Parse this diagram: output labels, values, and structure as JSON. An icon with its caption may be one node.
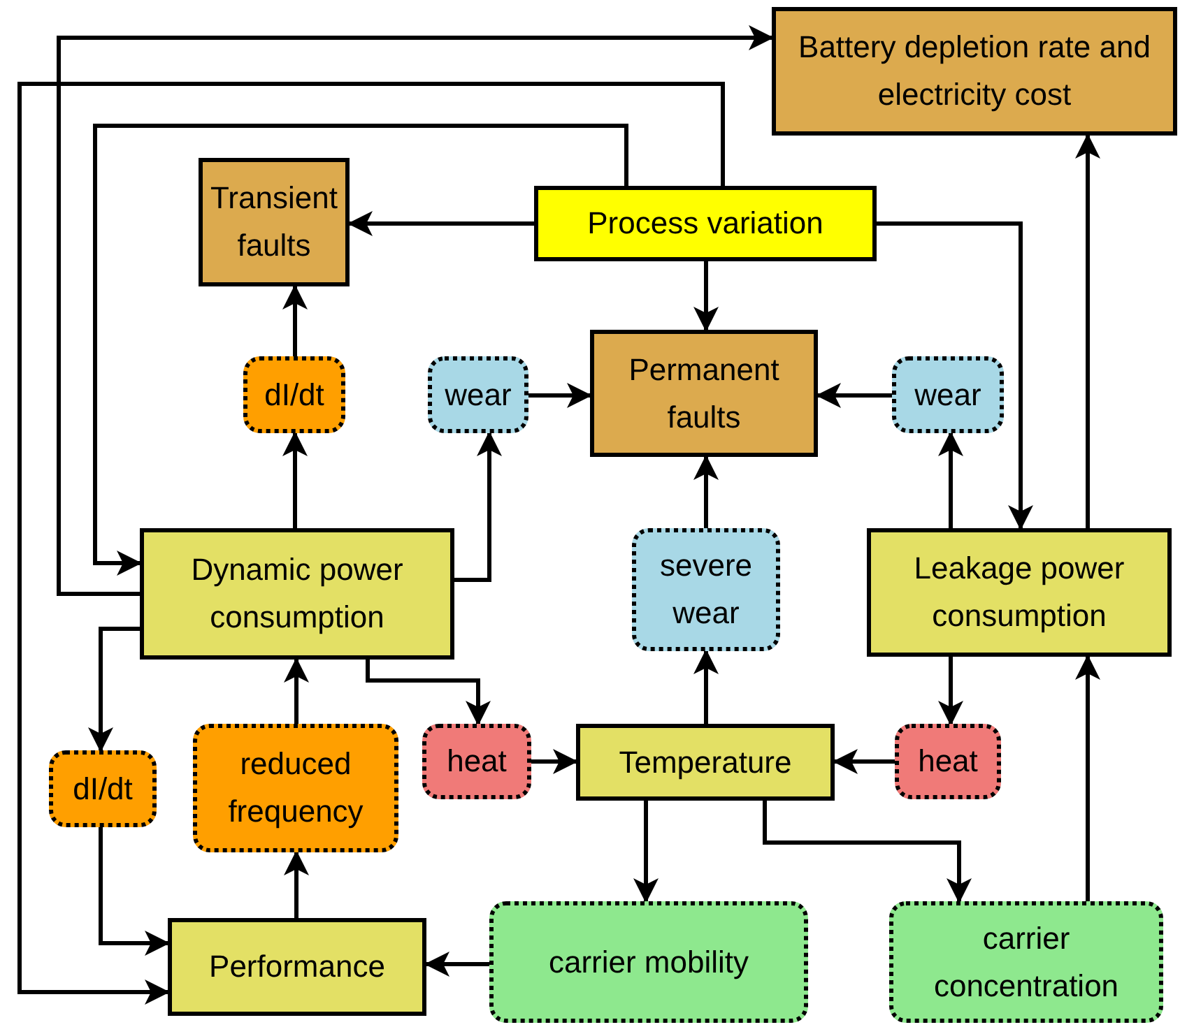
{
  "diagram": {
    "nodes": [
      {
        "text": [
          "Battery depletion rate and electricity cost"
        ]
      },
      {
        "text": [
          "Transient faults"
        ]
      },
      {
        "text": [
          "Process variation"
        ]
      },
      {
        "text": [
          "dI/dt"
        ]
      },
      {
        "text": [
          "wear"
        ]
      },
      {
        "text": [
          "Permanent faults"
        ]
      },
      {
        "text": [
          "wear"
        ]
      },
      {
        "text": [
          "Dynamic power consumption"
        ]
      },
      {
        "text": [
          "severe wear"
        ]
      },
      {
        "text": [
          "Leakage power consumption"
        ]
      },
      {
        "text": [
          "dI/dt"
        ]
      },
      {
        "text": [
          "reduced frequency"
        ]
      },
      {
        "text": [
          "heat"
        ]
      },
      {
        "text": [
          "Temperature"
        ]
      },
      {
        "text": [
          "heat"
        ]
      },
      {
        "text": [
          "Performance"
        ]
      },
      {
        "text": [
          "carrier mobility"
        ]
      },
      {
        "text": [
          "carrier concentration"
        ]
      }
    ],
    "edges": [
      {
        "from": 7,
        "to": 0,
        "arrow": "to"
      },
      {
        "from": 2,
        "to": 15,
        "arrow": "to"
      },
      {
        "from": 2,
        "to": 7,
        "arrow": "to"
      },
      {
        "from": 2,
        "to": 1,
        "arrow": "to"
      },
      {
        "from": 2,
        "to": 5,
        "arrow": "to"
      },
      {
        "from": 2,
        "to": 9,
        "arrow": "to"
      },
      {
        "from": 3,
        "to": 1,
        "arrow": "to"
      },
      {
        "from": 7,
        "to": 3,
        "arrow": "to"
      },
      {
        "from": 7,
        "to": 4,
        "arrow": "to"
      },
      {
        "from": 4,
        "to": 5,
        "arrow": "to"
      },
      {
        "from": 6,
        "to": 5,
        "arrow": "to"
      },
      {
        "from": 9,
        "to": 6,
        "arrow": "to"
      },
      {
        "from": 8,
        "to": 5,
        "arrow": "to"
      },
      {
        "from": 13,
        "to": 8,
        "arrow": "to"
      },
      {
        "from": 9,
        "to": 0,
        "arrow": "to"
      },
      {
        "from": 9,
        "to": 14,
        "arrow": "to"
      },
      {
        "from": 14,
        "to": 13,
        "arrow": "to"
      },
      {
        "from": 7,
        "to": 12,
        "arrow": "to"
      },
      {
        "from": 12,
        "to": 13,
        "arrow": "to"
      },
      {
        "from": 7,
        "to": 10,
        "arrow": "to"
      },
      {
        "from": 10,
        "to": 15,
        "arrow": "to"
      },
      {
        "from": 15,
        "to": 11,
        "arrow": "to"
      },
      {
        "from": 11,
        "to": 7,
        "arrow": "to"
      },
      {
        "from": 16,
        "to": 15,
        "arrow": "to"
      },
      {
        "from": 13,
        "to": 16,
        "arrow": "to"
      },
      {
        "from": 13,
        "to": 17,
        "arrow": "to"
      },
      {
        "from": 17,
        "to": 9,
        "arrow": "to"
      }
    ]
  }
}
